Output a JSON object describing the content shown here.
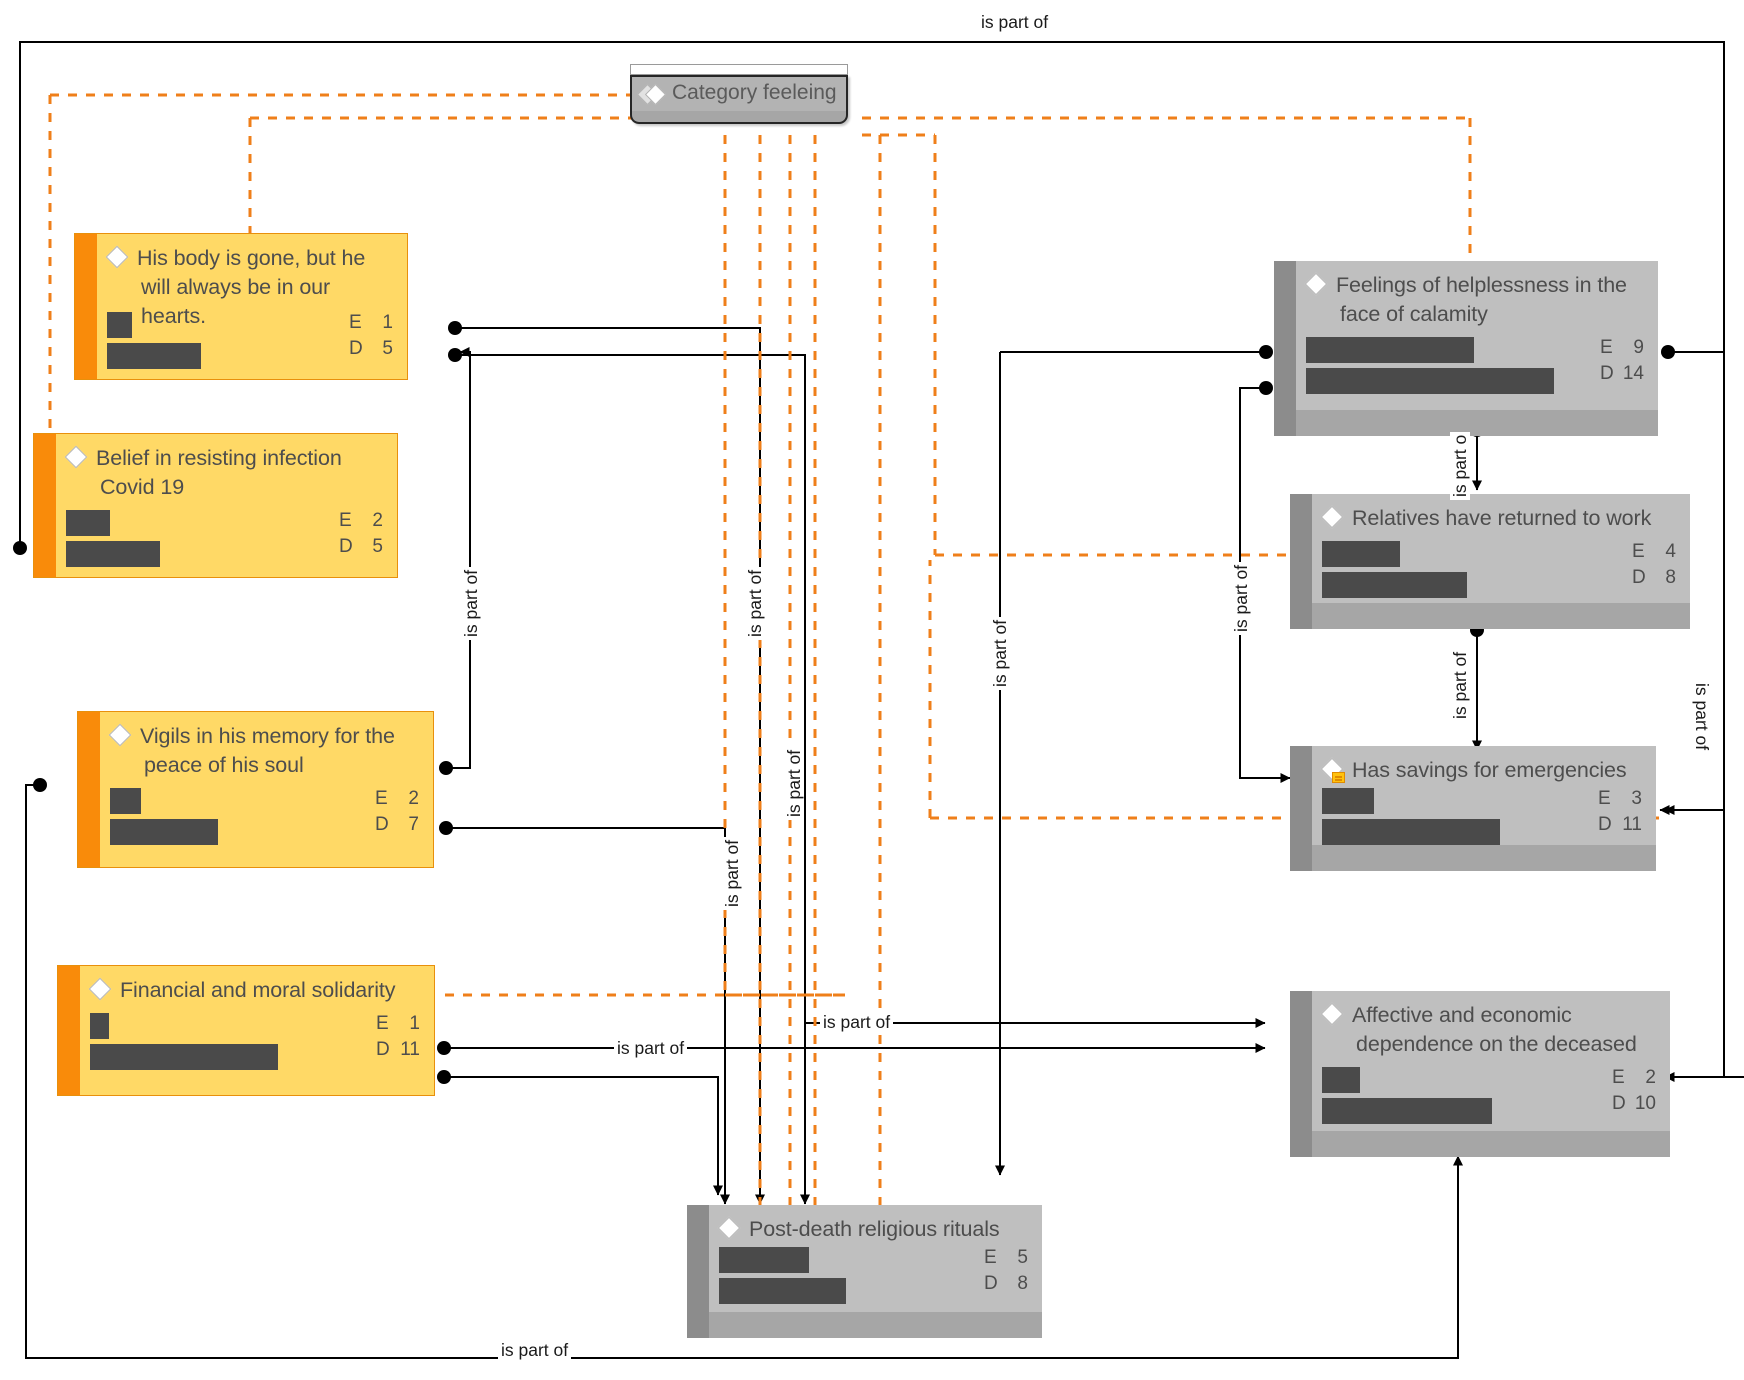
{
  "diagram": {
    "type": "concept-map",
    "title": "Category feeleing",
    "relation_label": "is part of",
    "colors": {
      "yellow_fill": "#ffd966",
      "yellow_stripe": "#f98b0a",
      "yellow_border": "#e8900c",
      "grey_fill": "#bfbfbf",
      "grey_stripe": "#8c8c8c",
      "grey_foot": "#a6a6a6",
      "bar": "#4a4a4a",
      "edge_solid": "#000000",
      "edge_dashed": "#ef7f1a",
      "text": "#4d4d4d"
    }
  },
  "category_node": {
    "icon": "double-diamond-icon",
    "label": "Category feeleing"
  },
  "nodes": [
    {
      "id": "body-gone",
      "style": "yellow",
      "icon": "diamond-icon",
      "has_memo": false,
      "title": "His body is gone, but he will always be in our hearts.",
      "metrics": [
        {
          "key": "E",
          "value": "1"
        },
        {
          "key": "D",
          "value": "5"
        }
      ],
      "bars": [
        1,
        5
      ]
    },
    {
      "id": "belief-resisting",
      "style": "yellow",
      "icon": "diamond-icon",
      "has_memo": false,
      "title": "Belief in resisting infection Covid 19",
      "metrics": [
        {
          "key": "E",
          "value": "2"
        },
        {
          "key": "D",
          "value": "5"
        }
      ],
      "bars": [
        2,
        5
      ]
    },
    {
      "id": "vigils",
      "style": "yellow",
      "icon": "diamond-icon",
      "has_memo": false,
      "title": "Vigils in his memory for the peace of his soul",
      "metrics": [
        {
          "key": "E",
          "value": "2"
        },
        {
          "key": "D",
          "value": "7"
        }
      ],
      "bars": [
        2,
        7
      ]
    },
    {
      "id": "financial-solidarity",
      "style": "yellow",
      "icon": "diamond-icon",
      "has_memo": false,
      "title": "Financial and moral solidarity",
      "metrics": [
        {
          "key": "E",
          "value": "1"
        },
        {
          "key": "D",
          "value": "11"
        }
      ],
      "bars": [
        1,
        11
      ]
    },
    {
      "id": "helplessness",
      "style": "grey",
      "icon": "diamond-icon",
      "has_memo": false,
      "title": "Feelings of helplessness in the face of calamity",
      "metrics": [
        {
          "key": "E",
          "value": "9"
        },
        {
          "key": "D",
          "value": "14"
        }
      ],
      "bars": [
        9,
        14
      ]
    },
    {
      "id": "relatives-work",
      "style": "grey",
      "icon": "diamond-icon",
      "has_memo": false,
      "title": "Relatives have returned to work",
      "metrics": [
        {
          "key": "E",
          "value": "4"
        },
        {
          "key": "D",
          "value": "8"
        }
      ],
      "bars": [
        4,
        8
      ]
    },
    {
      "id": "has-savings",
      "style": "grey",
      "icon": "diamond-note-icon",
      "has_memo": true,
      "title": "Has savings for emergencies",
      "metrics": [
        {
          "key": "E",
          "value": "3"
        },
        {
          "key": "D",
          "value": "11"
        }
      ],
      "bars": [
        3,
        11
      ]
    },
    {
      "id": "affective-dependence",
      "style": "grey",
      "icon": "diamond-icon",
      "has_memo": false,
      "title": "Affective and economic dependence on the deceased",
      "metrics": [
        {
          "key": "E",
          "value": "2"
        },
        {
          "key": "D",
          "value": "10"
        }
      ],
      "bars": [
        2,
        10
      ]
    },
    {
      "id": "post-death-rituals",
      "style": "grey",
      "icon": "diamond-icon",
      "has_memo": false,
      "title": "Post-death religious rituals",
      "metrics": [
        {
          "key": "E",
          "value": "5"
        },
        {
          "key": "D",
          "value": "8"
        }
      ],
      "bars": [
        5,
        8
      ]
    }
  ],
  "edge_labels": [
    {
      "id": "l-top",
      "text": "is part of"
    },
    {
      "id": "l-v1",
      "text": "is part of"
    },
    {
      "id": "l-v2",
      "text": "is part of"
    },
    {
      "id": "l-v3",
      "text": "is part of"
    },
    {
      "id": "l-v4",
      "text": "is part of"
    },
    {
      "id": "l-v5",
      "text": "is part of"
    },
    {
      "id": "l-v6",
      "text": "is part of"
    },
    {
      "id": "l-v7",
      "text": "is part o"
    },
    {
      "id": "l-v8",
      "text": "is part of"
    },
    {
      "id": "l-v9",
      "text": "is part of"
    },
    {
      "id": "l-v10",
      "text": "is part of"
    },
    {
      "id": "l-mid1",
      "text": "is part of"
    },
    {
      "id": "l-mid2",
      "text": "is part of"
    },
    {
      "id": "l-bottom",
      "text": "is part of"
    }
  ]
}
